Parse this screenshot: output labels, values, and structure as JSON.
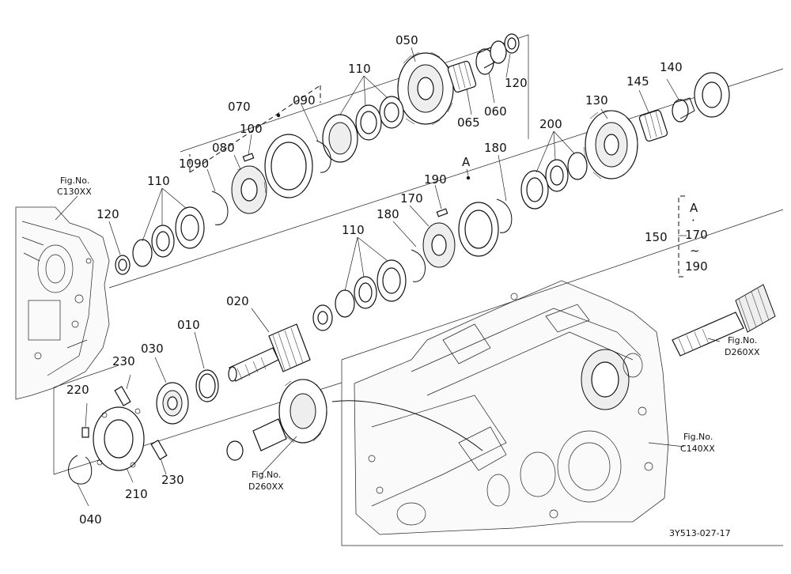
{
  "parts": {
    "p050": "050",
    "p120a": "120",
    "p060": "060",
    "p065": "065",
    "p110a": "110",
    "p070": "070",
    "p090a": "090",
    "p100": "100",
    "p080": "080",
    "p1090": "1090",
    "p110b": "110",
    "p120b": "120",
    "p140": "140",
    "p145": "145",
    "p130": "130",
    "p200": "200",
    "p180a": "180",
    "pA1": "A",
    "p190": "190",
    "p170": "170",
    "p180b": "180",
    "p110c": "110",
    "p020": "020",
    "p010": "010",
    "p030": "030",
    "p230a": "230",
    "p220": "220",
    "p040": "040",
    "p210": "210",
    "p230b": "230",
    "p150": "150"
  },
  "callout150": {
    "a": "A",
    "dot": "·",
    "from": "170",
    "tilde": "~",
    "to": "190"
  },
  "refs": {
    "c130_1": "Fig.No.",
    "c130_2": "C130XX",
    "d260a_1": "Fig.No.",
    "d260a_2": "D260XX",
    "d260b_1": "Fig.No.",
    "d260b_2": "D260XX",
    "c140_1": "Fig.No.",
    "c140_2": "C140XX"
  },
  "drawing_code": "3Y513-027-17"
}
